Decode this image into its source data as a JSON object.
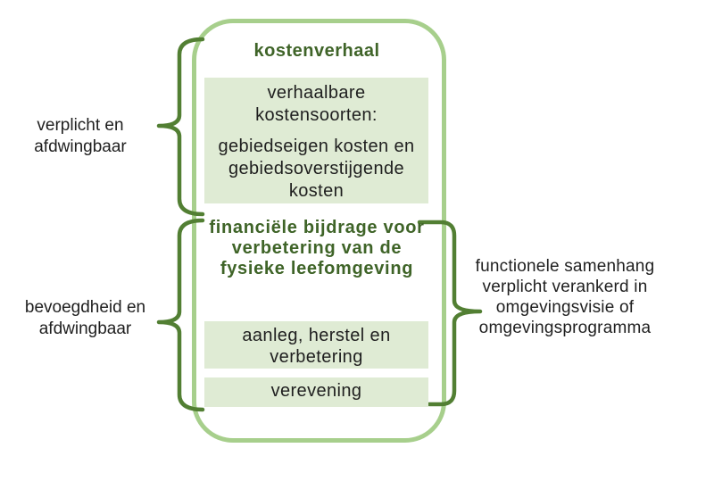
{
  "colors": {
    "outline": "#a7cf8c",
    "box_fill": "#dfebd4",
    "brace": "#527f33",
    "heading_text": "#3f6428",
    "body_text": "#1f1f1f"
  },
  "main": {
    "title": "kostenverhaal",
    "box1": {
      "paragraphs": [
        {
          "lines": [
            "verhaalbare",
            "kostensoorten:"
          ]
        },
        {
          "lines": [
            "gebiedseigen kosten en",
            "gebiedsoverstijgende",
            "kosten"
          ]
        }
      ]
    },
    "heading2": {
      "lines": [
        "financiële bijdrage voor",
        "verbetering van de",
        "fysieke leefomgeving"
      ]
    },
    "box2": {
      "lines": [
        "aanleg, herstel en",
        "verbetering"
      ]
    },
    "box3": {
      "lines": [
        "verevening"
      ]
    }
  },
  "labels": {
    "left_top": {
      "lines": [
        "verplicht en",
        "afdwingbaar"
      ]
    },
    "left_bottom": {
      "lines": [
        "bevoegdheid en",
        "afdwingbaar"
      ]
    },
    "right": {
      "lines": [
        "functionele samenhang",
        "verplicht verankerd in",
        "omgevingsvisie of",
        "omgevingsprogramma"
      ]
    }
  }
}
